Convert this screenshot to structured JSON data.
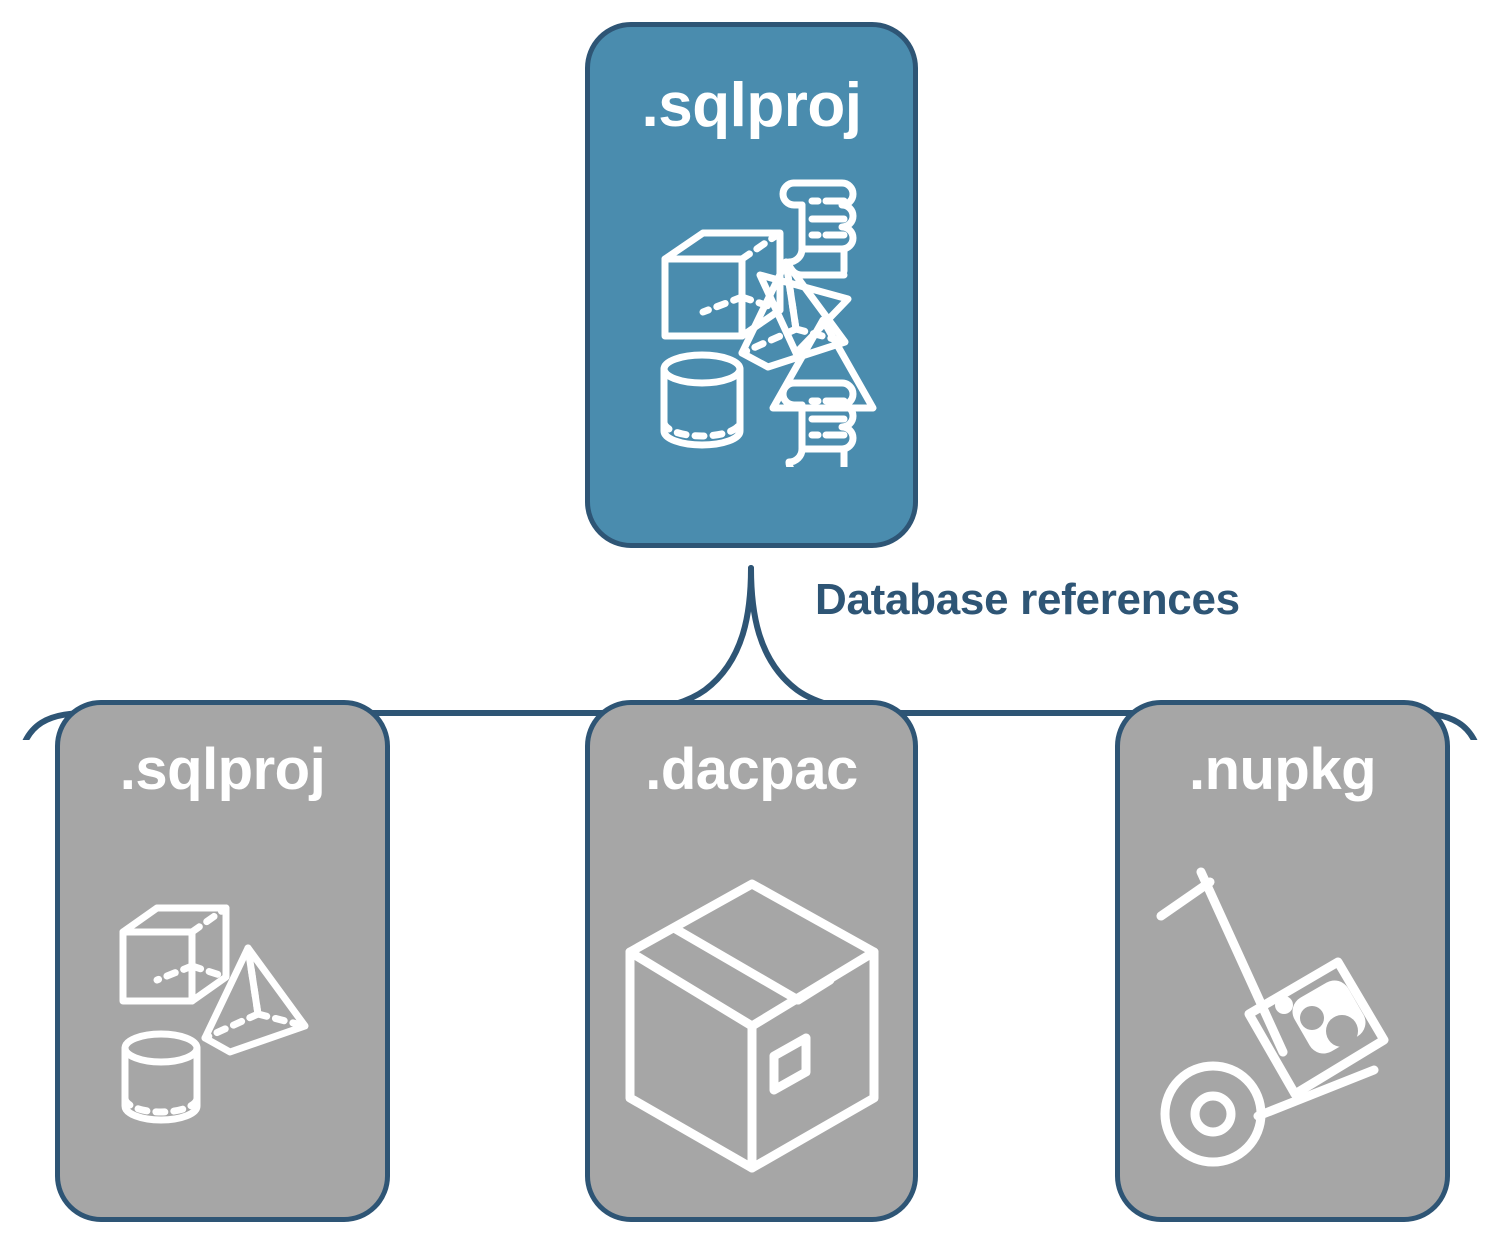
{
  "diagram": {
    "title": "Database references",
    "colors": {
      "primary_card": "#4A8CAE",
      "secondary_card": "#A6A6A6",
      "border": "#2E5575",
      "label_text": "#2E5575",
      "card_text": "#FFFFFF",
      "background": "#FFFFFF"
    },
    "root": {
      "label": ".sqlproj",
      "icons": [
        "cube-icon",
        "scroll-icon",
        "pyramid-icon",
        "cylinder-icon",
        "scroll-icon"
      ]
    },
    "connector": {
      "label": "Database references",
      "style": "curly-brace"
    },
    "references": [
      {
        "label": ".sqlproj",
        "icons": [
          "cube-icon",
          "pyramid-icon",
          "cylinder-icon"
        ]
      },
      {
        "label": ".dacpac",
        "icons": [
          "package-box-icon"
        ]
      },
      {
        "label": ".nupkg",
        "icons": [
          "hand-truck-nuget-icon"
        ]
      }
    ]
  }
}
